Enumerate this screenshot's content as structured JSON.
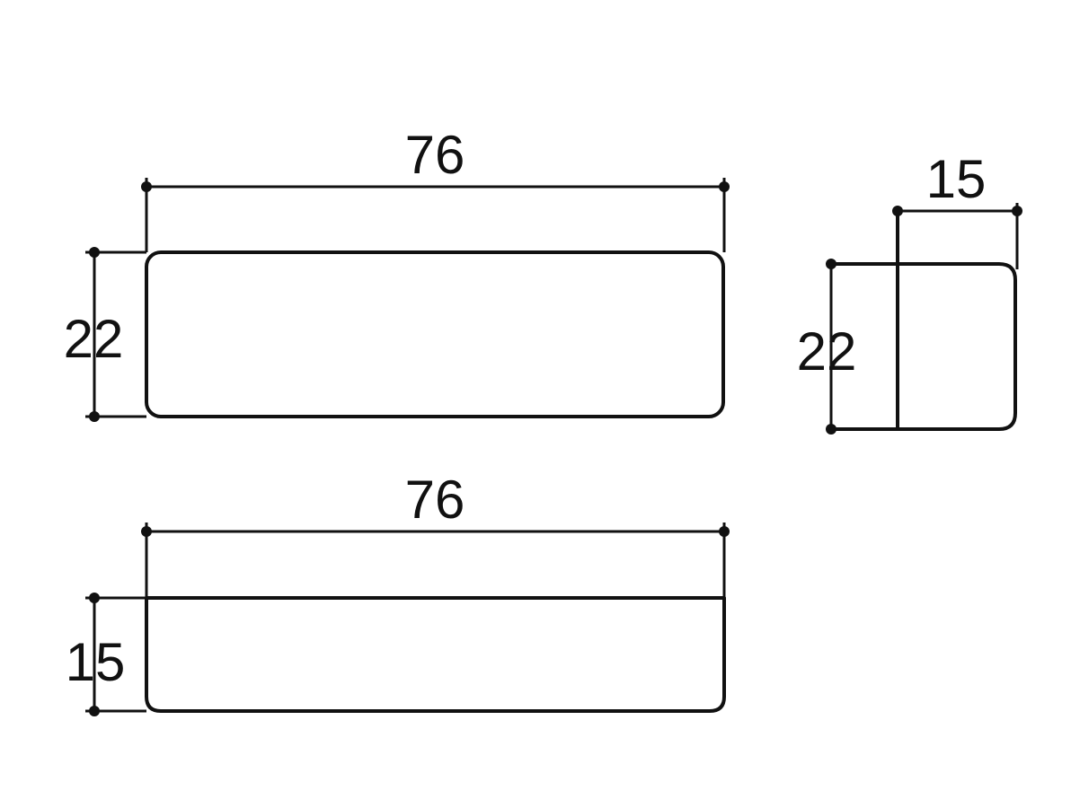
{
  "views": {
    "front": {
      "width_label": "76",
      "height_label": "22"
    },
    "side": {
      "width_label": "15",
      "height_label": "22"
    },
    "top": {
      "width_label": "76",
      "height_label": "15"
    }
  },
  "colors": {
    "line": "#111111",
    "background": "#ffffff"
  }
}
